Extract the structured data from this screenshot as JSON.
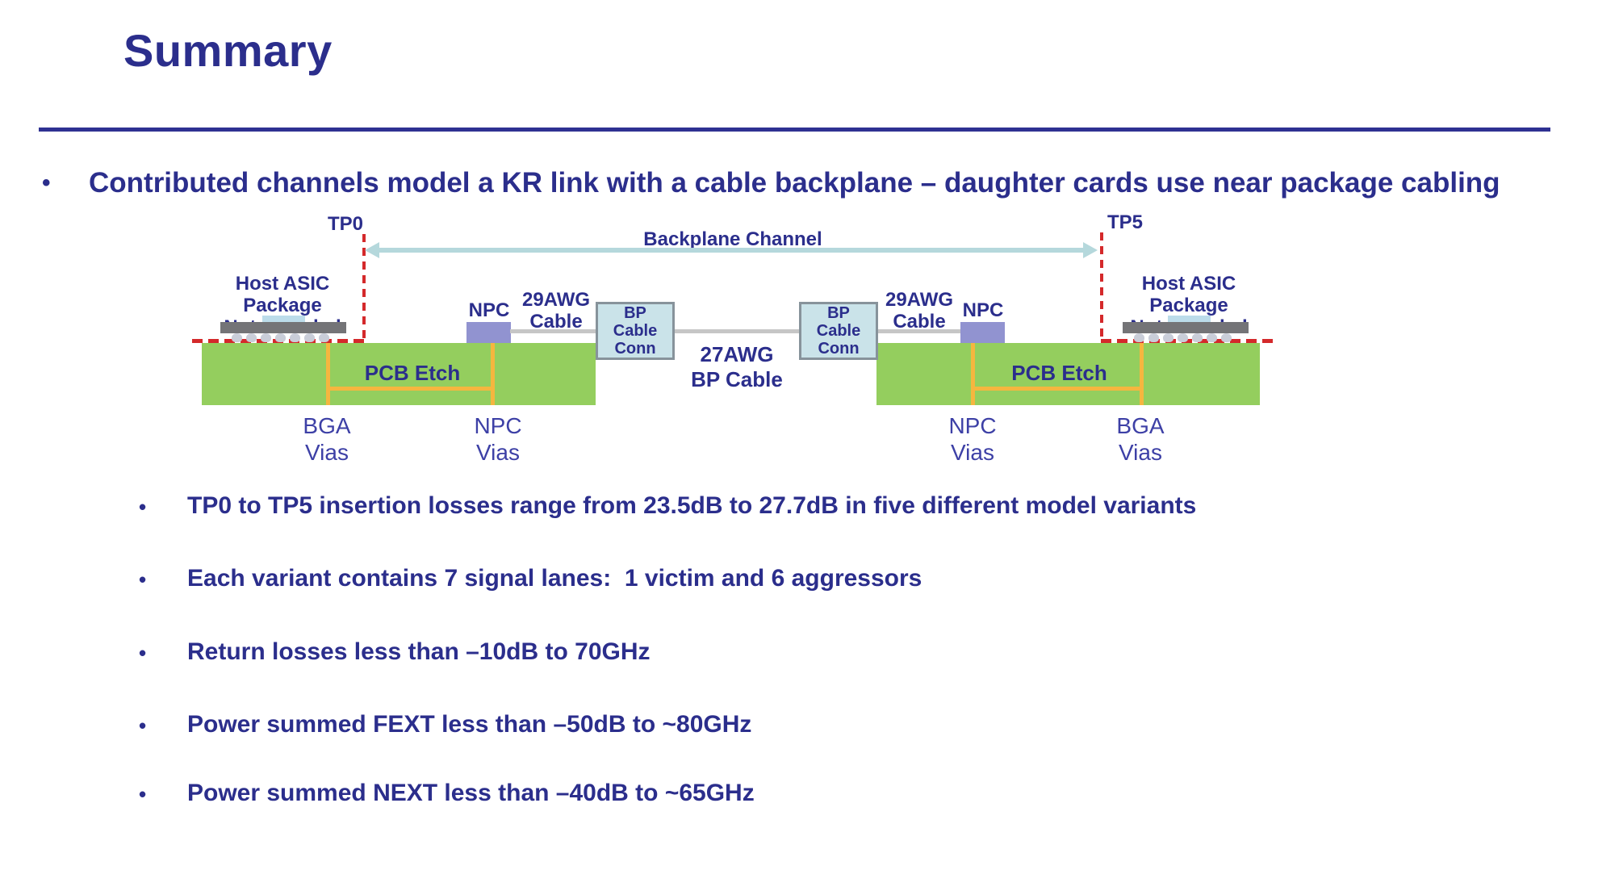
{
  "slide": {
    "title": "Summary",
    "bullet_char": "•",
    "main_bullet": "Contributed channels model a KR link with a cable backplane – daughter cards use near package cabling",
    "sub_bullets": [
      "TP0 to TP5 insertion losses range from 23.5dB to 27.7dB in five different model variants",
      "Each variant contains 7 signal lanes:  1 victim and 6 aggressors",
      "Return losses less than –10dB to 70GHz",
      "Power summed FEXT less than –50dB to ~80GHz",
      "Power summed NEXT less than –40dB to ~65GHz"
    ]
  },
  "diagram": {
    "tp0": "TP0",
    "tp5": "TP5",
    "backplane_channel_label": "Backplane Channel",
    "host_asic_package": {
      "line1": "Host ASIC Package",
      "line2": "Not Included"
    },
    "npc_label": "NPC",
    "cable_29awg": {
      "line1": "29AWG",
      "line2": "Cable"
    },
    "bp_cable_conn": {
      "line1": "BP",
      "line2": "Cable",
      "line3": "Conn"
    },
    "cable_27awg": {
      "line1": "27AWG",
      "line2": "BP Cable"
    },
    "pcb_etch_label": "PCB Etch",
    "bga_vias": {
      "line1": "BGA",
      "line2": "Vias"
    },
    "npc_vias": {
      "line1": "NPC",
      "line2": "Vias"
    },
    "colors": {
      "text_navy": "#2B2E8C",
      "vias_label_blue": "#3D40A6",
      "pcb_green": "#94CE5E",
      "via_orange": "#F5B63F",
      "npc_purple": "#9193D0",
      "conn_fill": "#CAE3E9",
      "conn_border": "#87939B",
      "cable_gray": "#C6C6C6",
      "chip_gray": "#747477",
      "chip_lid_blue": "#BCDCEA",
      "ball_gray": "#C9CDD8",
      "reference_red": "#D4292B",
      "arrow_teal": "#B5D8DC"
    }
  }
}
